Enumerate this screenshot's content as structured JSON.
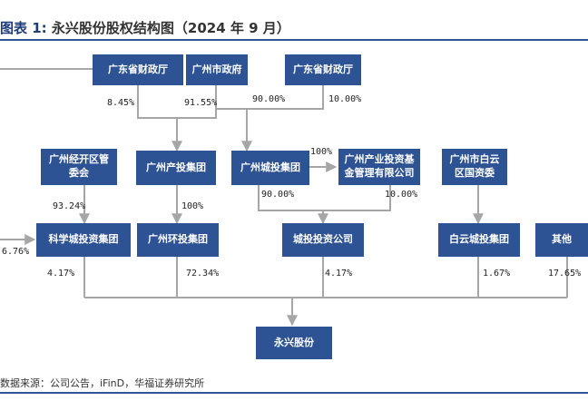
{
  "title": {
    "label": "图表 1:",
    "text": "永兴股份股权结构图（2024 年 9 月）"
  },
  "colors": {
    "box": "#2e5395",
    "rule": "#2f5597",
    "line": "#a6a6a6"
  },
  "boxes": {
    "gd_finance_1": "广东省财政厅",
    "gz_gov": "广州市政府",
    "gd_finance_2": "广东省财政厅",
    "gz_econ_zone": "广州经开区管委会",
    "gz_industry_inv": "广州产投集团",
    "gz_city_inv": "广州城投集团",
    "gz_fund_mgmt": "广州产业投资基金管理有限公司",
    "gz_baiyun_sasac": "广州市白云区国资委",
    "kx_city_inv": "科学城投资集团",
    "gz_env_inv": "广州环投集团",
    "city_inv_invest": "城投投资公司",
    "baiyun_city_inv": "白云城投集团",
    "others": "其他",
    "yongxing": "永兴股份"
  },
  "percents": {
    "p_gdf1_to_gzii": "8.45%",
    "p_gzgov_to_gzii": "91.55%",
    "p_gzgov_to_gzci": "90.00%",
    "p_gdf2_to_gzci": "10.00%",
    "p_gzci_to_fund": "100%",
    "p_econ_to_kx": "93.24%",
    "p_gzii_to_env": "100%",
    "p_gzci_to_cii": "90.00%",
    "p_fund_to_cii": "10.00%",
    "p_left_to_kx": "6.76%",
    "p_kx_to_yx": "4.17%",
    "p_env_to_yx": "72.34%",
    "p_cii_to_yx": "4.17%",
    "p_baiyun_to_yx": "1.67%",
    "p_others_to_yx": "17.65%"
  },
  "source": "数据来源：公司公告，iFinD，华福证券研究所"
}
